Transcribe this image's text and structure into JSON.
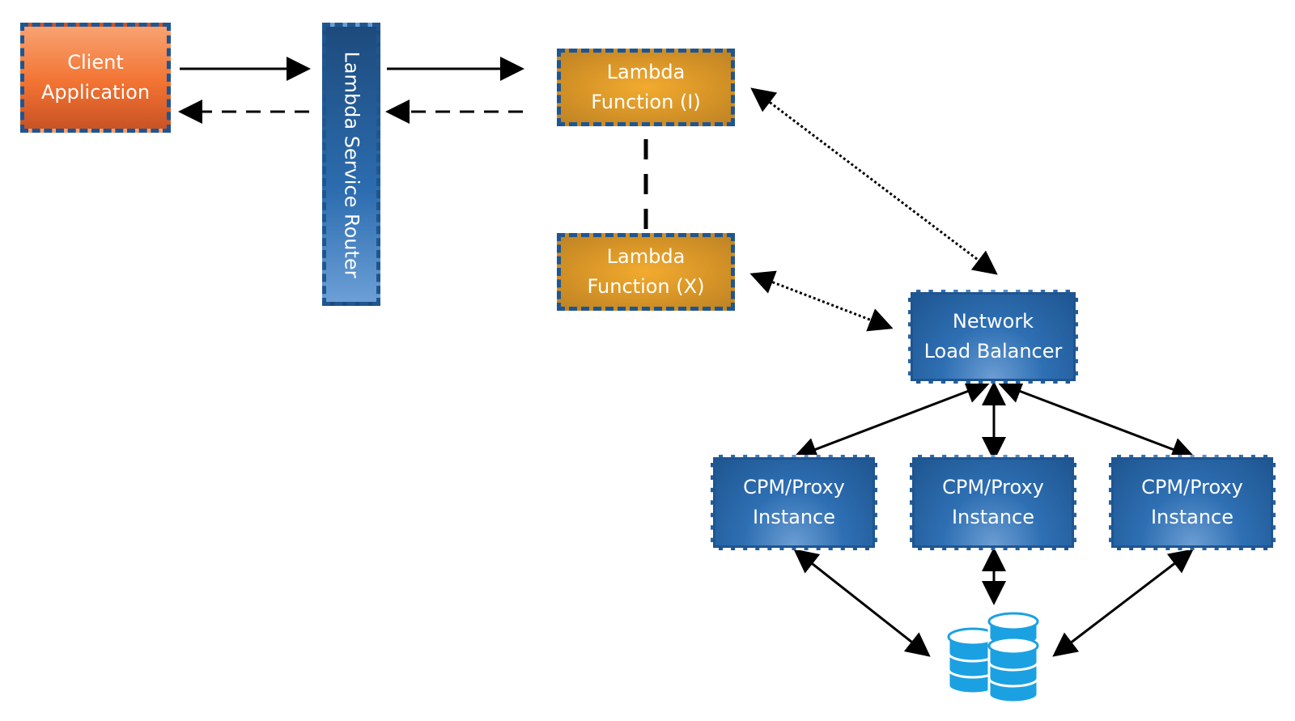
{
  "nodes": {
    "client": "Client\nApplication",
    "router": "Lambda Service Router",
    "lambda_i": "Lambda\nFunction (I)",
    "lambda_x": "Lambda\nFunction (X)",
    "nlb": "Network\nLoad Balancer",
    "cpm1": "CPM/Proxy\nInstance",
    "cpm2": "CPM/Proxy\nInstance",
    "cpm3": "CPM/Proxy\nInstance"
  },
  "icons": {
    "database": "database-icon"
  },
  "colors": {
    "client": "#f27332",
    "router": "#2c6db0",
    "lambda": "#d59327",
    "blue_box": "#2e6fb3",
    "border": "#1f5591",
    "database": "#1ba1e2"
  }
}
